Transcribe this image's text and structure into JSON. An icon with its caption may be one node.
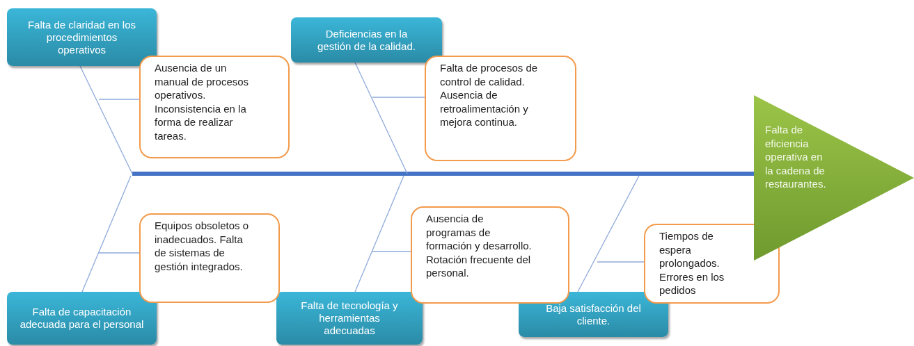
{
  "diagram": {
    "nodes": [
      {
        "text": [
          "Falta de claridad en los procedimientos operativos"
        ]
      },
      {
        "text": [
          "Ausencia de un manual de procesos operativos. Inconsistencia en la forma de realizar tareas."
        ]
      },
      {
        "text": [
          "Deficiencias en la gestión de la calidad."
        ]
      },
      {
        "text": [
          "Falta de procesos de control de calidad. Ausencia de retroalimentación y mejora continua."
        ]
      },
      {
        "text": [
          "Falta de eficiencia operativa en la cadena de restaurantes."
        ]
      },
      {
        "text": [
          "Falta de capacitación adecuada para el personal"
        ]
      },
      {
        "text": [
          "Equipos obsoletos o inadecuados. Falta de sistemas de gestión integrados."
        ]
      },
      {
        "text": [
          "Falta de tecnología y herramientas adecuadas"
        ]
      },
      {
        "text": [
          "Ausencia de programas de formación y desarrollo. Rotación frecuente del personal."
        ]
      },
      {
        "text": [
          "Baja satisfacción del cliente."
        ]
      },
      {
        "text": [
          "Tiempos de espera prolongados. Errores en los pedidos"
        ]
      }
    ],
    "edges": [
      {
        "from": null,
        "to": 4,
        "arrow": "none",
        "style": "thick",
        "color": "#4472c4"
      },
      {
        "from": 0,
        "to": null,
        "arrow": "none"
      },
      {
        "from": 2,
        "to": null,
        "arrow": "none"
      },
      {
        "from": 5,
        "to": null,
        "arrow": "none"
      },
      {
        "from": 7,
        "to": null,
        "arrow": "none"
      },
      {
        "from": 9,
        "to": null,
        "arrow": "none"
      },
      {
        "from": 1,
        "to": null,
        "arrow": "none"
      },
      {
        "from": 3,
        "to": null,
        "arrow": "none"
      },
      {
        "from": 6,
        "to": null,
        "arrow": "none"
      },
      {
        "from": 8,
        "to": null,
        "arrow": "none"
      },
      {
        "from": 10,
        "to": null,
        "arrow": "none"
      }
    ]
  }
}
